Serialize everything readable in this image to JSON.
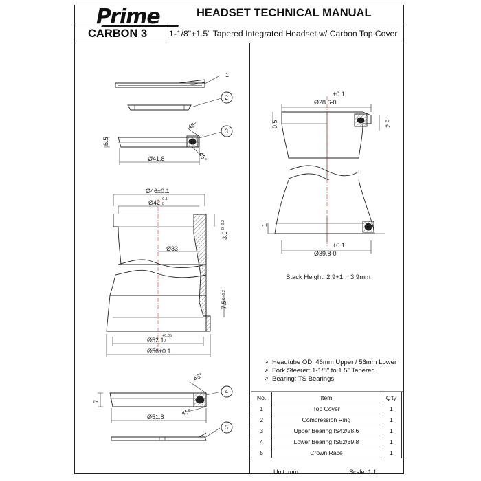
{
  "header": {
    "brand": "Prime",
    "title": "HEADSET TECHNICAL MANUAL",
    "model": "CARBON 3",
    "subtitle": "1-1/8\"+1.5\" Tapered Integrated Headset w/ Carbon Top Cover"
  },
  "callouts": [
    "1",
    "2",
    "3",
    "4",
    "5"
  ],
  "exploded_dims": {
    "upper_bearing_height": "6.5",
    "upper_bearing_angle_top": "45°",
    "upper_bearing_angle_bottom": "45°",
    "upper_bearing_diameter": "Ø41.8",
    "lower_bearing_height": "7",
    "lower_bearing_angle_top": "45°",
    "lower_bearing_angle_bottom": "45°",
    "lower_bearing_diameter": "Ø51.8"
  },
  "headtube_dims": {
    "outer_top": "Ø46±0.1",
    "inner_top": "Ø42",
    "inner_top_tol": "+0.1",
    "inner_top_tol2": "0",
    "bore_upper": "Ø33",
    "upper_depth": "3.0",
    "upper_depth_tol": "0 -0.2",
    "lower_depth": "7.5",
    "lower_depth_tol": "0 -0.2",
    "inner_bottom": "Ø52.1",
    "inner_bottom_tol": "+0.05",
    "inner_bottom_tol2": "0",
    "outer_bottom": "Ø56±0.1"
  },
  "assembly_dims": {
    "top_tol": "+0.1",
    "top_diameter": "Ø28.6-0",
    "top_offset": "0.5",
    "top_stack": "2.9",
    "bottom_offset": "1",
    "bottom_tol": "+0.1",
    "bottom_diameter": "Ø39.8-0"
  },
  "stack_height": "Stack Height: 2.9+1 = 3.9mm",
  "notes": [
    "Headtube OD: 46mm Upper / 56mm Lower",
    "Fork Steerer: 1-1/8\" to 1.5\" Tapered",
    "Bearing: TS Bearings"
  ],
  "parts_table": {
    "headers": [
      "No.",
      "Item",
      "Q'ty"
    ],
    "rows": [
      {
        "no": "1",
        "item": "Top Cover",
        "qty": "1"
      },
      {
        "no": "2",
        "item": "Compression Ring",
        "qty": "1"
      },
      {
        "no": "3",
        "item": "Upper Bearing IS42/28.6",
        "qty": "1"
      },
      {
        "no": "4",
        "item": "Lower Bearing IS52/39.8",
        "qty": "1"
      },
      {
        "no": "5",
        "item": "Crown Race",
        "qty": "1"
      }
    ]
  },
  "footer": {
    "unit": "Unit: mm",
    "scale": "Scale: 1:1"
  }
}
